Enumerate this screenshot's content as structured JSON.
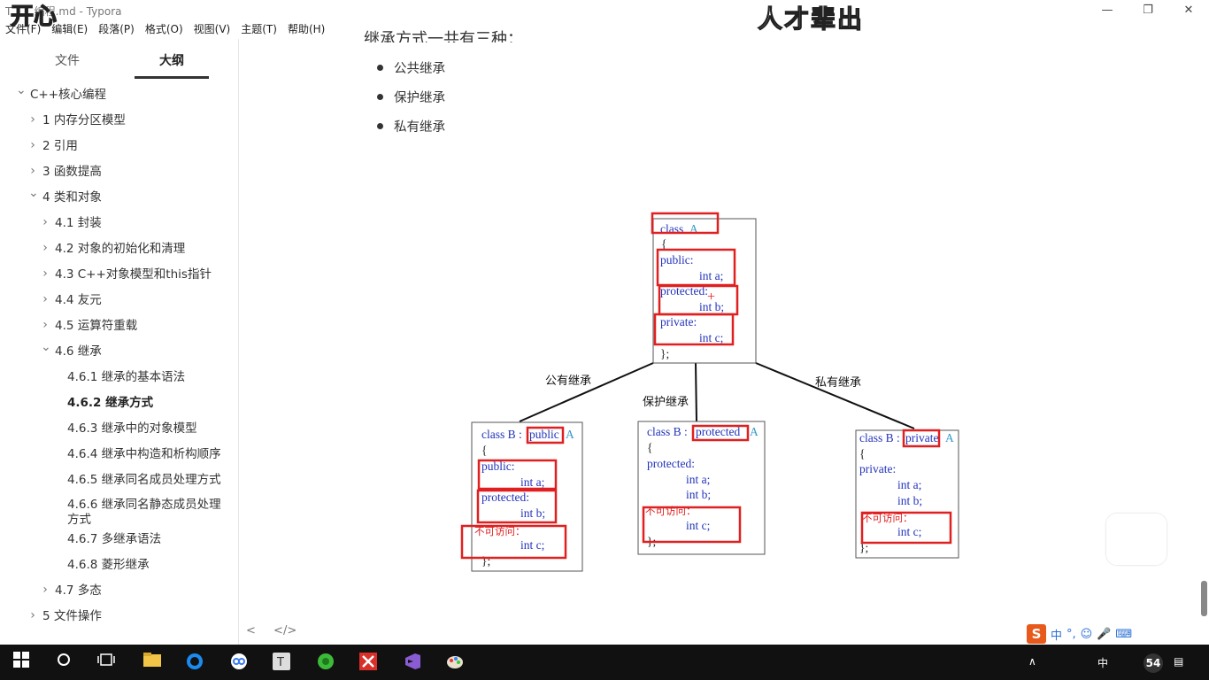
{
  "window": {
    "title": "T... ...编程.md - Typora",
    "overlay_left": "开心",
    "overlay_right": "人才辈出",
    "buttons": {
      "minimize": "—",
      "restore": "❐",
      "close": "✕"
    }
  },
  "menu": [
    "文件(F)",
    "编辑(E)",
    "段落(P)",
    "格式(O)",
    "视图(V)",
    "主题(T)",
    "帮助(H)"
  ],
  "sidebar": {
    "tabs": [
      {
        "label": "文件",
        "active": false
      },
      {
        "label": "大纲",
        "active": true
      }
    ],
    "outline": [
      {
        "label": "C++核心编程",
        "level": 0,
        "caret": "down"
      },
      {
        "label": "1 内存分区模型",
        "level": 1,
        "caret": "right"
      },
      {
        "label": "2 引用",
        "level": 1,
        "caret": "right"
      },
      {
        "label": "3 函数提高",
        "level": 1,
        "caret": "right"
      },
      {
        "label": "4 类和对象",
        "level": 1,
        "caret": "down"
      },
      {
        "label": "4.1 封装",
        "level": 2,
        "caret": "right"
      },
      {
        "label": "4.2 对象的初始化和清理",
        "level": 2,
        "caret": "right"
      },
      {
        "label": "4.3 C++对象模型和this指针",
        "level": 2,
        "caret": "right"
      },
      {
        "label": "4.4 友元",
        "level": 2,
        "caret": "right"
      },
      {
        "label": "4.5 运算符重载",
        "level": 2,
        "caret": "right"
      },
      {
        "label": "4.6 继承",
        "level": 2,
        "caret": "down"
      },
      {
        "label": "4.6.1 继承的基本语法",
        "level": 3,
        "caret": ""
      },
      {
        "label": "4.6.2 继承方式",
        "level": 3,
        "caret": "",
        "bold": true
      },
      {
        "label": "4.6.3 继承中的对象模型",
        "level": 3,
        "caret": ""
      },
      {
        "label": "4.6.4 继承中构造和析构顺序",
        "level": 3,
        "caret": ""
      },
      {
        "label": "4.6.5 继承同名成员处理方式",
        "level": 3,
        "caret": ""
      },
      {
        "label": "4.6.6 继承同名静态成员处理方式",
        "level": 3,
        "caret": "",
        "wrap": true
      },
      {
        "label": "4.6.7 多继承语法",
        "level": 3,
        "caret": ""
      },
      {
        "label": "4.6.8 菱形继承",
        "level": 3,
        "caret": ""
      },
      {
        "label": "4.7 多态",
        "level": 2,
        "caret": "right"
      },
      {
        "label": "5 文件操作",
        "level": 1,
        "caret": "right"
      }
    ]
  },
  "content": {
    "cut_heading": "继承方式一共有三种：",
    "bullets": [
      "公共继承",
      "保护继承",
      "私有继承"
    ]
  },
  "diagram": {
    "base": {
      "class_kw": "class",
      "class_name": "A",
      "open": "{",
      "public": "public:",
      "a": "int a;",
      "protected": "protected:",
      "b": "int b;",
      "private": "private:",
      "c": "int c;",
      "close": "};"
    },
    "edges": [
      "公有继承",
      "保护继承",
      "私有继承"
    ],
    "derived_public": {
      "head": "class B :",
      "mode": "public",
      "base": "A",
      "open": "{",
      "public": "public:",
      "a": "int a;",
      "protected": "protected:",
      "b": "int b;",
      "inaccessible": "不可访问：",
      "c": "int c;",
      "close": "};"
    },
    "derived_protected": {
      "head": "class B :",
      "mode": "protected",
      "base": "A",
      "open": "{",
      "protected": "protected:",
      "a": "int a;",
      "b": "int b;",
      "inaccessible": "不可访问：",
      "c": "int c;",
      "close": "};"
    },
    "derived_private": {
      "head": "class B :",
      "mode": "private",
      "base": "A",
      "open": "{",
      "private": "private:",
      "a": "int a;",
      "b": "int b;",
      "inaccessible": "不可访问：",
      "c": "int c;",
      "close": "};"
    },
    "colors": {
      "keyword": "#2233bb",
      "name": "#3399cc",
      "highlight": "#e02020",
      "text": "#222222"
    }
  },
  "footer": {
    "back": "<",
    "source": "</>"
  },
  "ime": {
    "logo": "S",
    "lang": "中",
    "punct": "°,",
    "emoji": "☺",
    "mic": "🎤",
    "kbd": "⌨"
  },
  "taskbar": {
    "clock_badge": "54",
    "tray_lang": "中"
  }
}
